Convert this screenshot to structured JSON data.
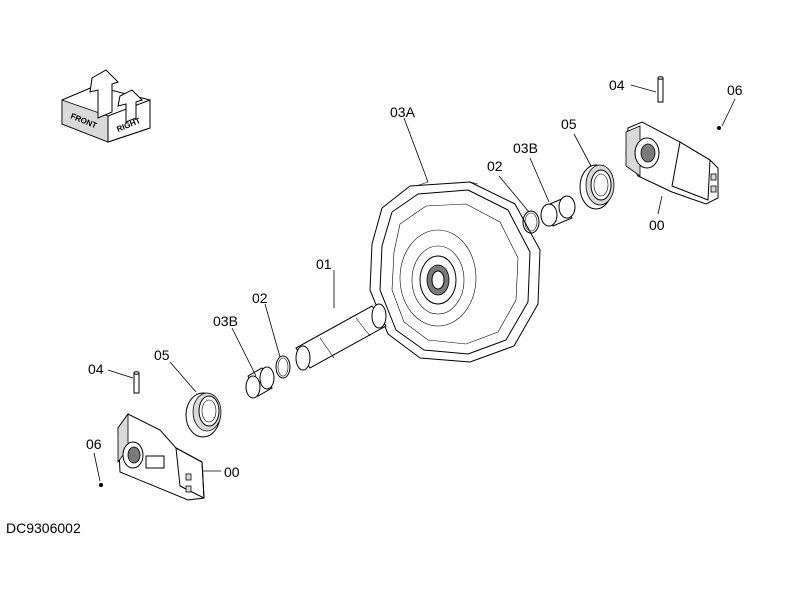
{
  "drawing_code": "DC9306002",
  "orientation_marker": {
    "labels": [
      "FRONT",
      "RIGHT"
    ]
  },
  "labels": {
    "shaft": "01",
    "oring_right": "02",
    "oring_left": "02",
    "idler_wheel": "03A",
    "bushing_right": "03B",
    "bushing_left": "03B",
    "pin_right": "04",
    "pin_left": "04",
    "seal_right": "05",
    "seal_left": "05",
    "bracket_right": "00",
    "bracket_left": "00",
    "plug_right": "06",
    "plug_left": "06"
  }
}
